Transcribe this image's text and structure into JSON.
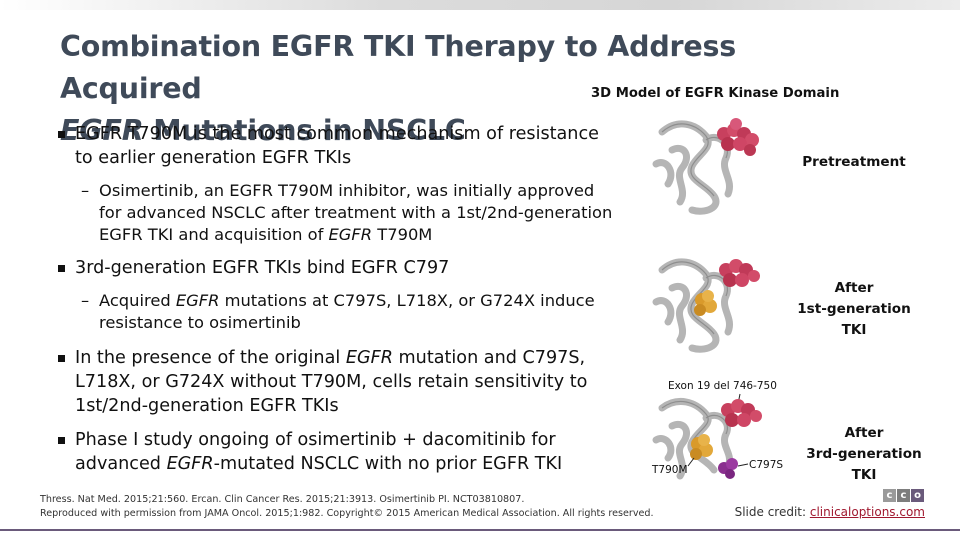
{
  "title": {
    "line1": "Combination EGFR TKI Therapy to Address Acquired",
    "line2_italic": "EGFR",
    "line2_rest": " Mutations in NSCLC"
  },
  "bullets": {
    "b1": "EGFR T790M is the most common mechanism of resistance to earlier generation EGFR TKIs",
    "b1_sub_pre": "Osimertinib, an EGFR T790M inhibitor, was initially approved for advanced NSCLC after treatment with a 1st/2nd-generation EGFR TKI and acquisition of ",
    "b1_sub_it": "EGFR",
    "b1_sub_post": " T790M",
    "b2": "3rd-generation EGFR TKIs bind EGFR C797",
    "b2_sub_pre": "Acquired ",
    "b2_sub_it": "EGFR",
    "b2_sub_post": " mutations at C797S, L718X, or G724X induce resistance to osimertinib",
    "b3_pre": "In the presence of the original ",
    "b3_it": "EGFR",
    "b3_post": " mutation and C797S, L718X, or G724X without T790M, cells retain sensitivity to 1st/2nd-generation EGFR TKIs",
    "b4_pre": "Phase I study ongoing of osimertinib + dacomitinib for advanced ",
    "b4_it": "EGFR",
    "b4_post": "-mutated NSCLC with no prior EGFR TKI"
  },
  "figure": {
    "title": "3D Model of EGFR Kinase Domain",
    "panel1": "Pretreatment",
    "panel2_line1": "After",
    "panel2_line2": "1st-generation TKI",
    "panel3_line1": "After",
    "panel3_line2": "3rd-generation TKI",
    "label_exon": "Exon 19 del 746-750",
    "label_t790m": "T790M",
    "label_c797s": "C797S"
  },
  "colors": {
    "title": "#3f4a59",
    "exon19": "#c8405e",
    "t790m": "#d99a2b",
    "c797s": "#8a2f8f",
    "protein": "#b9b9b9",
    "link": "#a0182f"
  },
  "footer": {
    "ref1": "Thress. Nat Med. 2015;21:560. Ercan. Clin Cancer Res. 2015;21:3913. Osimertinib PI. NCT03810807.",
    "ref2": "Reproduced with permission from JAMA Oncol. 2015;1:982. Copyright© 2015 American Medical Association. All rights reserved.",
    "credit_label": "Slide credit: ",
    "credit_link": "clinicaloptions.com",
    "logo_letters": [
      "c",
      "c",
      "o"
    ]
  }
}
